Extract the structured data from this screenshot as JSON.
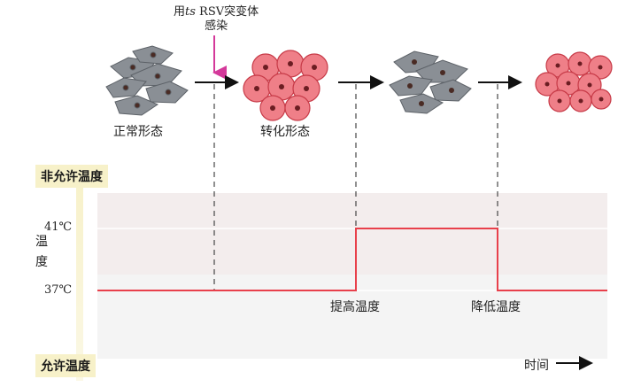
{
  "infection": {
    "line1_pre": "用",
    "line1_ts": "ts",
    "line1_post": " RSV突变体",
    "line2": "感染"
  },
  "stages": {
    "normal": "正常形态",
    "transformed": "转化形态"
  },
  "zones": {
    "nonpermissive": "非允许温度",
    "permissive": "允许温度"
  },
  "axis": {
    "ylabel_1": "温",
    "ylabel_2": "度",
    "tick_high": "41℃",
    "tick_low": "37℃",
    "xlabel": "时间"
  },
  "events": {
    "raise": "提高温度",
    "lower": "降低温度"
  },
  "colors": {
    "temperature_line": "#e8404b",
    "infection_arrow": "#d4399a",
    "normal_cell": "#8a8f95",
    "transformed_cell": "#ef7f88"
  },
  "chart_data": {
    "type": "line",
    "x_stages": [
      "infection",
      "raise",
      "lower"
    ],
    "y_levels": [
      37,
      41
    ],
    "series": [
      {
        "values": [
          37,
          37,
          41,
          41,
          37,
          37
        ]
      }
    ]
  }
}
